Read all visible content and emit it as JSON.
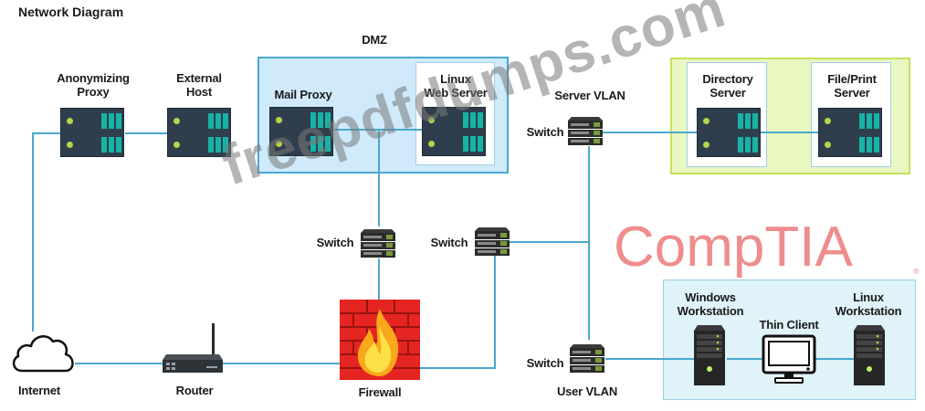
{
  "title": "Network Diagram",
  "zones": {
    "dmz": "DMZ",
    "server_vlan": "Server VLAN",
    "user_vlan": "User VLAN"
  },
  "nodes": {
    "anonymizing_proxy": "Anonymizing Proxy",
    "external_host": "External Host",
    "mail_proxy": "Mail Proxy",
    "linux_web_server": "Linux Web Server",
    "directory_server": "Directory Server",
    "file_print_server": "File/Print Server",
    "switch_server_vlan": "Switch",
    "switch_dmz": "Switch",
    "switch_core": "Switch",
    "switch_user_vlan": "Switch",
    "internet": "Internet",
    "router": "Router",
    "firewall": "Firewall",
    "windows_workstation": "Windows Workstation",
    "thin_client": "Thin Client",
    "linux_workstation": "Linux Workstation"
  },
  "label_lines": {
    "anonymizing_proxy": [
      "Anonymizing",
      "Proxy"
    ],
    "external_host": [
      "External",
      "Host"
    ],
    "linux_web_server": [
      "Linux",
      "Web Server"
    ],
    "directory_server": [
      "Directory",
      "Server"
    ],
    "file_print_server": [
      "File/Print",
      "Server"
    ],
    "windows_workstation": [
      "Windows",
      "Workstation"
    ],
    "linux_workstation": [
      "Linux",
      "Workstation"
    ]
  },
  "icons": {
    "server": "rack-server-icon",
    "switch": "network-switch-icon",
    "cloud": "cloud-icon",
    "router": "router-icon",
    "firewall": "firewall-icon",
    "tower": "tower-server-icon",
    "monitor": "monitor-icon"
  },
  "colors": {
    "link": "#4aa8d0",
    "dmz_fill": "#cfeafb",
    "server_vlan_fill": "#e9f7c0",
    "user_vlan_fill": "#dff3f8",
    "server_body": "#2f3e4c",
    "server_accent": "#17b3a6",
    "firewall_red": "#e52521",
    "logo": "#ef8d8d"
  },
  "watermark": "freepdfdumps.com",
  "logo": "CompTIA",
  "logo_mark": "®"
}
